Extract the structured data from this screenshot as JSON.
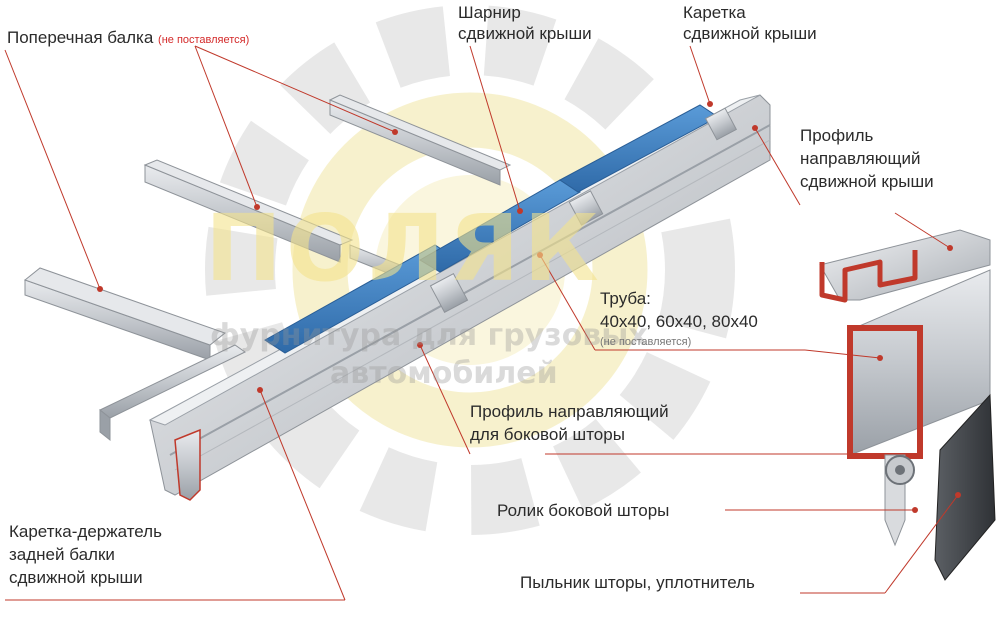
{
  "watermark": {
    "brand": "ПОЛЯК",
    "line1": "фурнитура для грузовых",
    "line2": "автомобилей"
  },
  "labels": {
    "crossbeam": "Поперечная балка",
    "crossbeam_note": "(не поставляется)",
    "hinge_line1": "Шарнир",
    "hinge_line2": "сдвижной крыши",
    "carriage_line1": "Каретка",
    "carriage_line2": "сдвижной крыши",
    "guide_roof_line1": "Профиль",
    "guide_roof_line2": "направляющий",
    "guide_roof_line3": "сдвижной крыши",
    "pipe_line1": "Труба:",
    "pipe_line2": "40x40, 60x40, 80x40",
    "pipe_note": "(не поставляется)",
    "guide_side_line1": "Профиль направляющий",
    "guide_side_line2": "для боковой шторы",
    "roller": "Ролик боковой шторы",
    "rear_line1": "Каретка-держатель",
    "rear_line2": "задней балки",
    "rear_line3": "сдвижной крыши",
    "dust": "Пыльник шторы, уплотнитель"
  },
  "colors": {
    "text": "#2b2b2b",
    "leader": "#c0392b",
    "accent_red": "#d42a2a",
    "metal": "#c9ccd0",
    "metal_dark": "#8e9399",
    "blue": "#3d7fc1"
  }
}
